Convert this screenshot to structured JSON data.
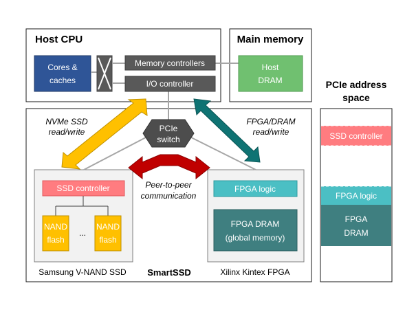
{
  "host_cpu": {
    "title": "Host CPU",
    "cores_label": [
      "Cores &",
      "caches"
    ],
    "memory_controllers_label": "Memory controllers",
    "io_controller_label": "I/O controller"
  },
  "main_memory": {
    "title": "Main memory",
    "dram_label": [
      "Host",
      "DRAM"
    ]
  },
  "pcie_switch_label": [
    "PCIe",
    "switch"
  ],
  "arrows": {
    "nvme_label": [
      "NVMe  SSD",
      "read/write"
    ],
    "fpga_dram_label": [
      "FPGA/DRAM",
      "read/write"
    ],
    "p2p_label": [
      "Peer-to-peer",
      "communication"
    ]
  },
  "ssd": {
    "controller_label": "SSD controller",
    "nand_label": [
      "NAND",
      "flash"
    ],
    "ellipsis": "...",
    "caption": "Samsung  V-NAND  SSD"
  },
  "fpga": {
    "logic_label": "FPGA logic",
    "dram_label": [
      "FPGA DRAM",
      "(global  memory)"
    ],
    "caption": "Xilinx  Kintex FPGA"
  },
  "smartssd_label": "SmartSSD",
  "pcie_space": {
    "title": [
      "PCIe address",
      "space"
    ],
    "ssd_controller": "SSD controller",
    "fpga_logic": "FPGA logic",
    "fpga_dram": [
      "FPGA",
      "DRAM"
    ]
  },
  "colors": {
    "cores": "#2F5597",
    "dark_box": "#595959",
    "host_dram": "#70C070",
    "ssd_controller": "#FF7C80",
    "nand": "#FFC000",
    "fpga_logic": "#4BBFC4",
    "fpga_dram": "#3F7F80",
    "switch": "#4D4D4D",
    "arrow_yellow": "#FFC000",
    "arrow_teal": "#0F7373",
    "arrow_red": "#C00000"
  }
}
